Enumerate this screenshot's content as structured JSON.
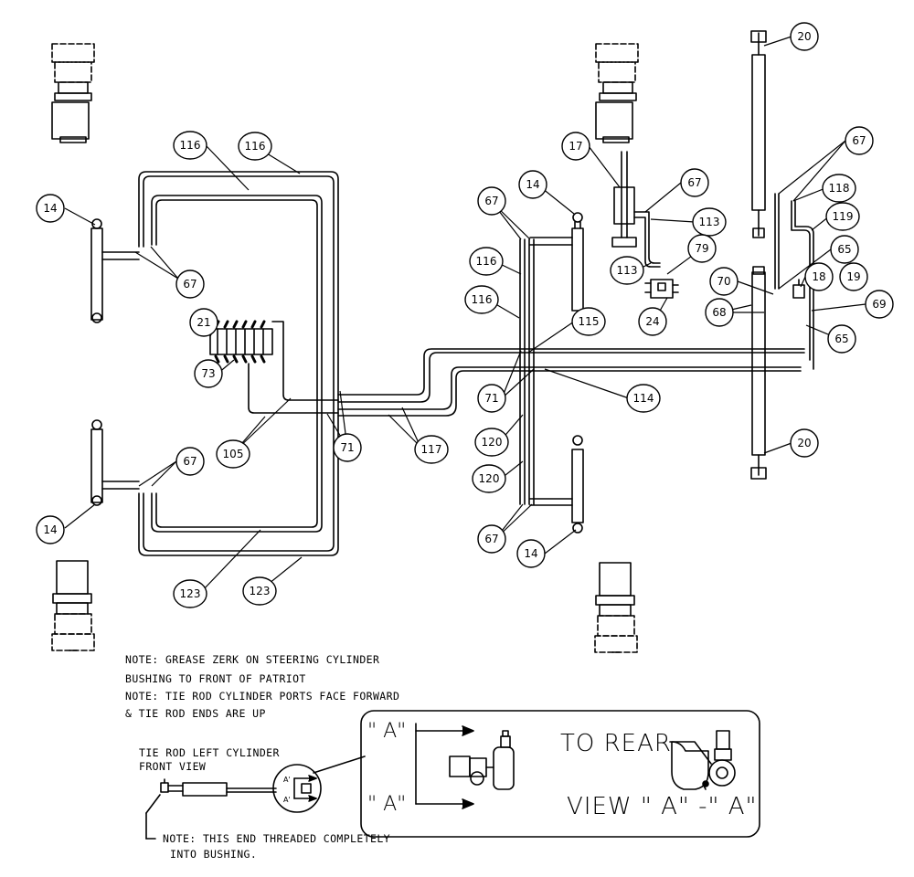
{
  "callouts": [
    {
      "id": "c14a",
      "label": "14"
    },
    {
      "id": "c67a",
      "label": "67"
    },
    {
      "id": "c116a",
      "label": "116"
    },
    {
      "id": "c116b",
      "label": "116"
    },
    {
      "id": "c21",
      "label": "21"
    },
    {
      "id": "c73",
      "label": "73"
    },
    {
      "id": "c105",
      "label": "105"
    },
    {
      "id": "c71a",
      "label": "71"
    },
    {
      "id": "c117",
      "label": "117"
    },
    {
      "id": "c67b",
      "label": "67"
    },
    {
      "id": "c14b",
      "label": "14"
    },
    {
      "id": "c123a",
      "label": "123"
    },
    {
      "id": "c123b",
      "label": "123"
    },
    {
      "id": "c17",
      "label": "17"
    },
    {
      "id": "c67c",
      "label": "67"
    },
    {
      "id": "c14c",
      "label": "14"
    },
    {
      "id": "c67d",
      "label": "67"
    },
    {
      "id": "c116c",
      "label": "116"
    },
    {
      "id": "c116d",
      "label": "116"
    },
    {
      "id": "c113a",
      "label": "113"
    },
    {
      "id": "c113b",
      "label": "113"
    },
    {
      "id": "c79",
      "label": "79"
    },
    {
      "id": "c24",
      "label": "24"
    },
    {
      "id": "c115",
      "label": "115"
    },
    {
      "id": "c71b",
      "label": "71"
    },
    {
      "id": "c114",
      "label": "114"
    },
    {
      "id": "c120a",
      "label": "120"
    },
    {
      "id": "c120b",
      "label": "120"
    },
    {
      "id": "c67e",
      "label": "67"
    },
    {
      "id": "c14d",
      "label": "14"
    },
    {
      "id": "c20a",
      "label": "20"
    },
    {
      "id": "c67f",
      "label": "67"
    },
    {
      "id": "c118",
      "label": "118"
    },
    {
      "id": "c119",
      "label": "119"
    },
    {
      "id": "c65a",
      "label": "65"
    },
    {
      "id": "c70",
      "label": "70"
    },
    {
      "id": "c18",
      "label": "18"
    },
    {
      "id": "c19",
      "label": "19"
    },
    {
      "id": "c68",
      "label": "68"
    },
    {
      "id": "c69",
      "label": "69"
    },
    {
      "id": "c65b",
      "label": "65"
    },
    {
      "id": "c20b",
      "label": "20"
    }
  ],
  "notes": {
    "line1": "NOTE: GREASE ZERK ON STEERING CYLINDER",
    "line2": "BUSHING TO FRONT OF PATRIOT",
    "line3": "NOTE: TIE ROD CYLINDER PORTS FACE FORWARD",
    "line4": "& TIE ROD ENDS ARE UP"
  },
  "detail": {
    "title1": "TIE ROD LEFT CYLINDER",
    "title2": "FRONT VIEW",
    "small_a_top": "A'",
    "small_a_bottom": "A'",
    "view_a_top": "\" A\"",
    "view_a_bottom": "\" A\"",
    "to_rear": "TO REAR",
    "view_label": "VIEW \" A\" -\" A\"",
    "thread_note1": "NOTE: THIS END THREADED COMPLETELY",
    "thread_note2": "INTO BUSHING."
  }
}
